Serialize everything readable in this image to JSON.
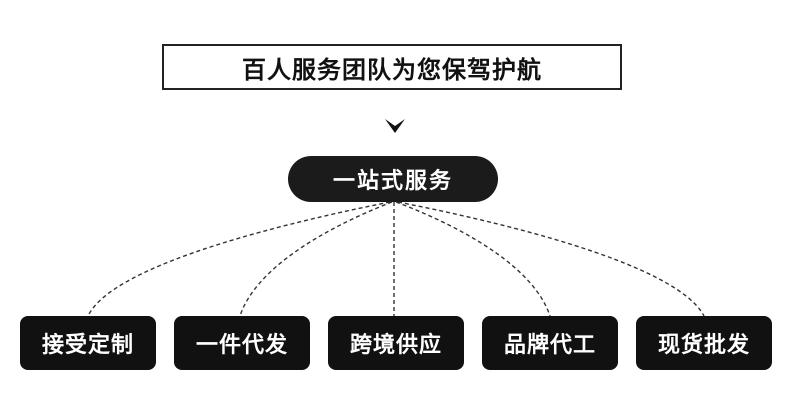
{
  "header": {
    "title": "百人服务团队为您保驾护航"
  },
  "hub": {
    "label": "一站式服务"
  },
  "services": [
    {
      "label": "接受定制"
    },
    {
      "label": "一件代发"
    },
    {
      "label": "跨境供应"
    },
    {
      "label": "品牌代工"
    },
    {
      "label": "现货批发"
    }
  ],
  "colors": {
    "node_fill": "#111111",
    "hub_fill": "#1b1b1b",
    "text_on_dark": "#ffffff",
    "border": "#222222",
    "connector": "#333333"
  },
  "icons": {
    "arrow": "chevron-down-icon"
  }
}
